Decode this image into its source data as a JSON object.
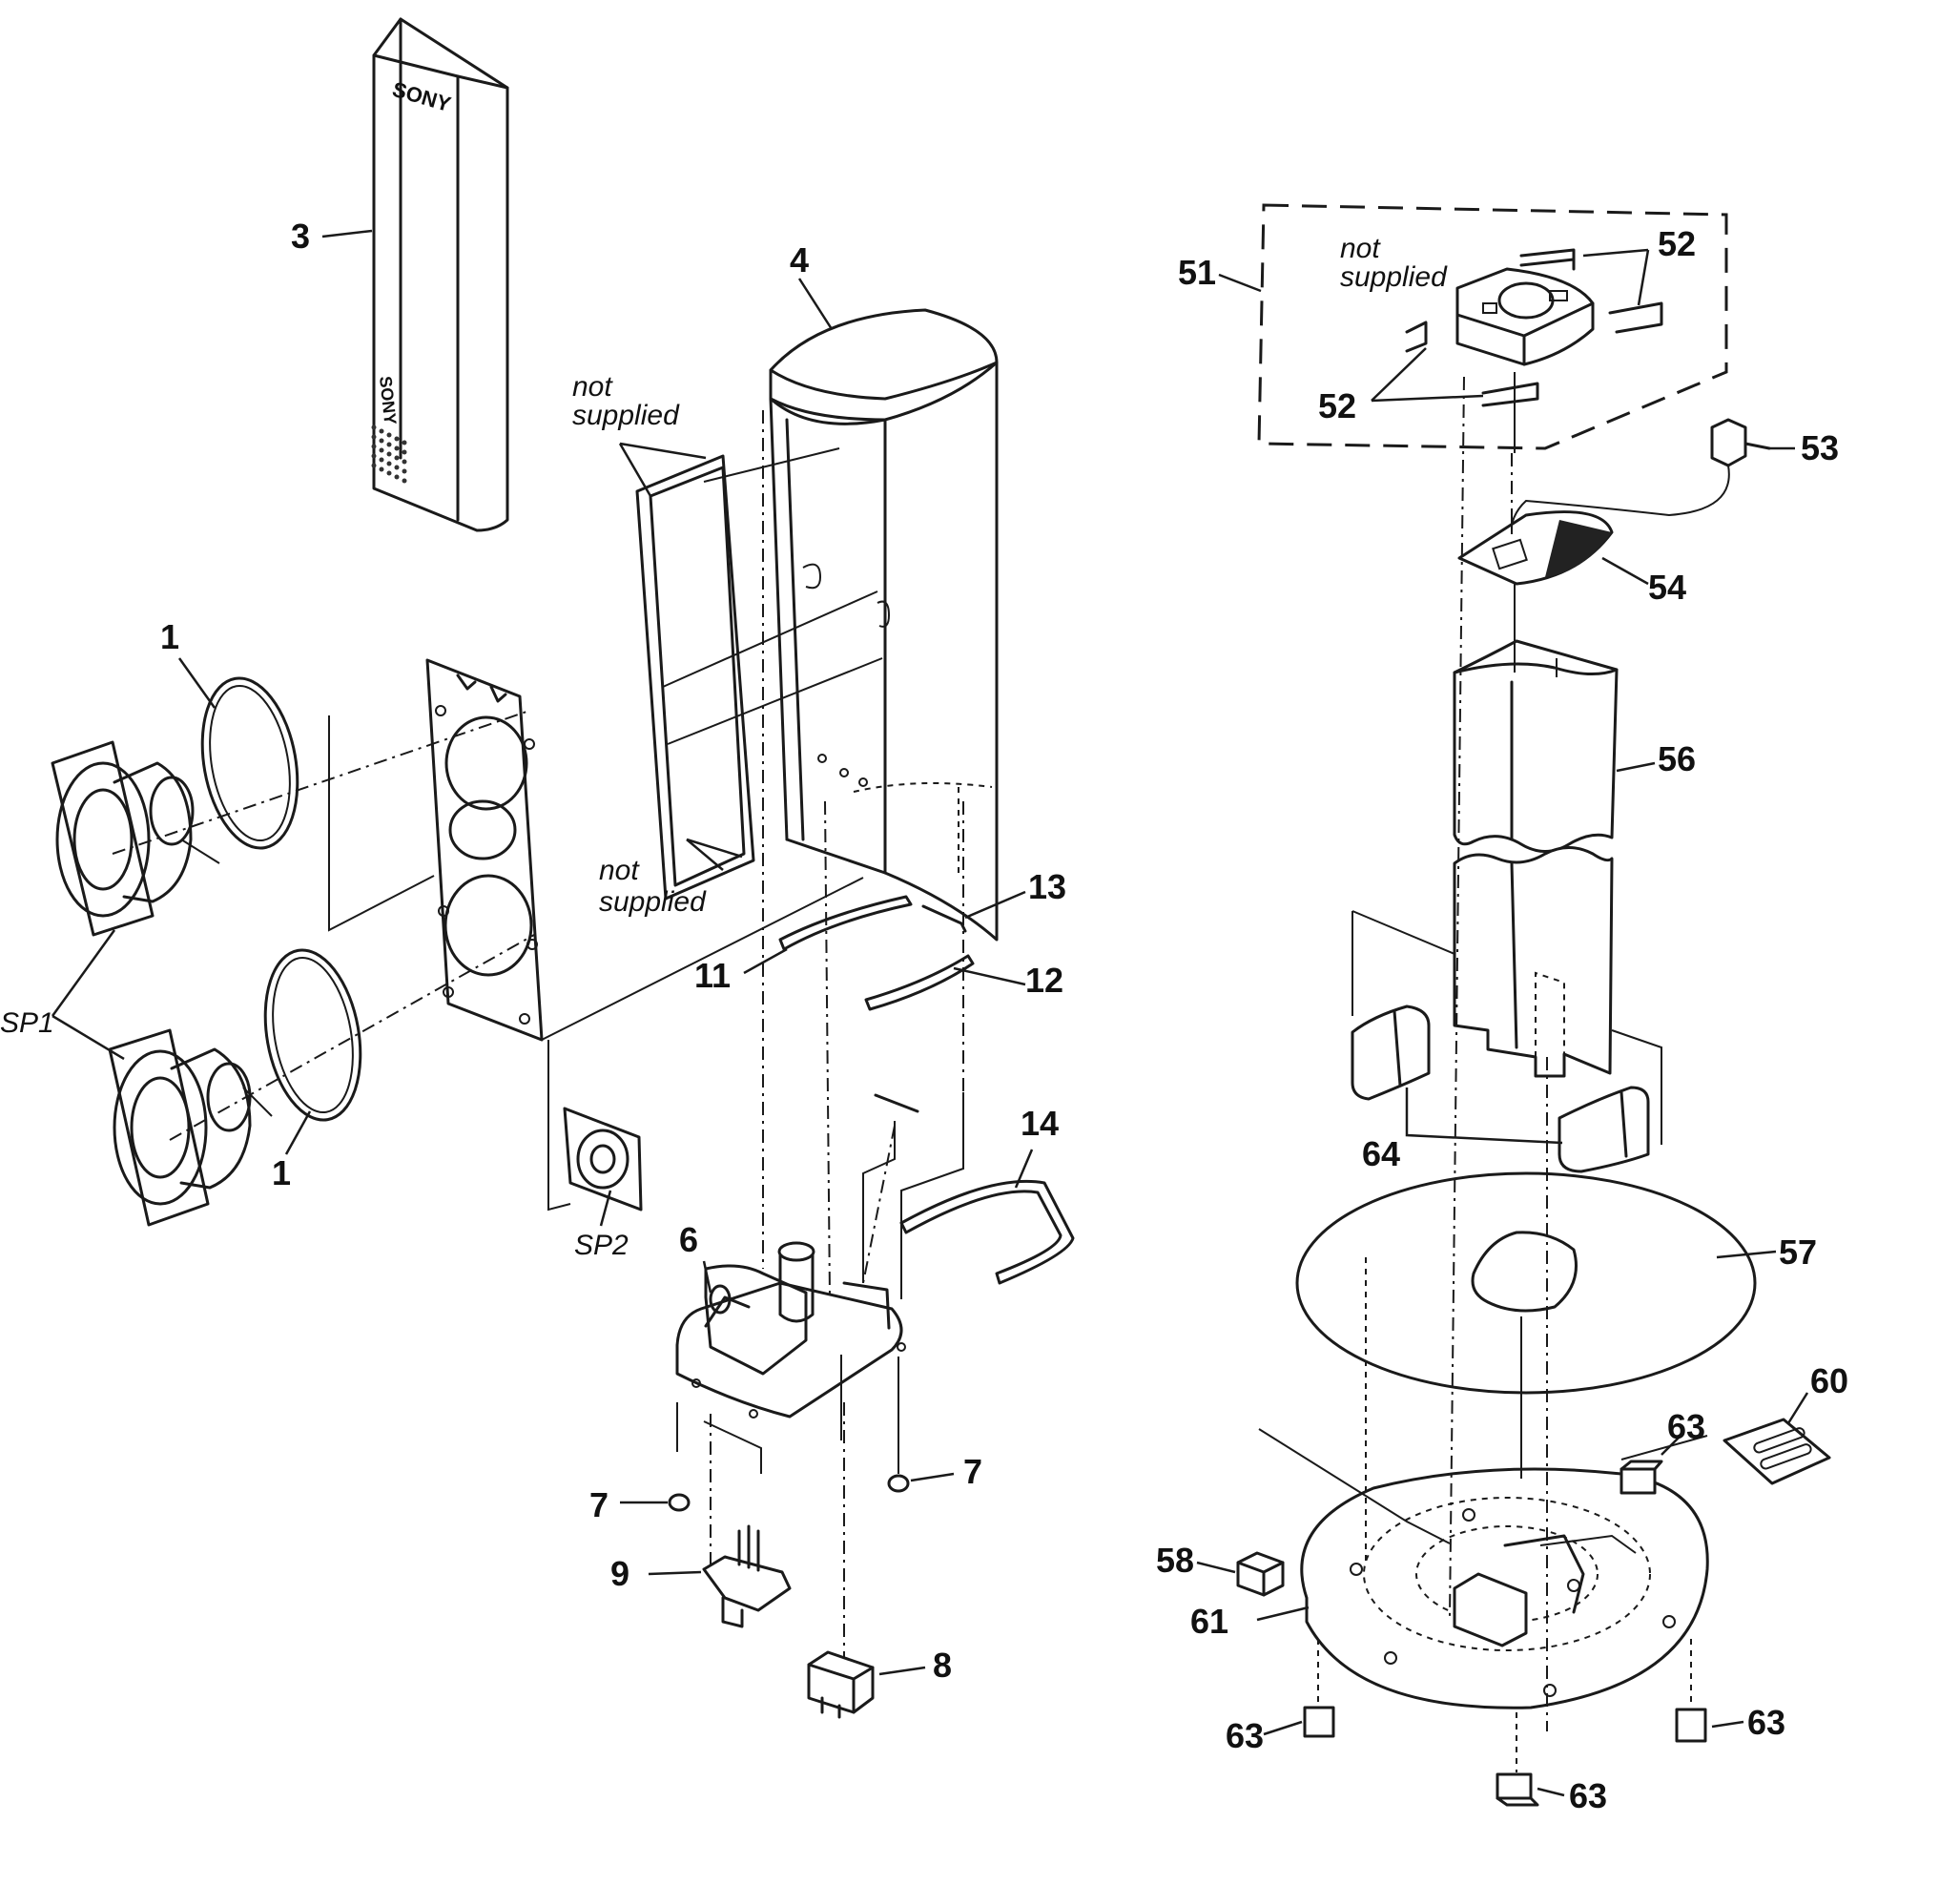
{
  "brand": {
    "logo_text": "SONY"
  },
  "callouts": {
    "p1a": "1",
    "p1b": "1",
    "p3": "3",
    "p4": "4",
    "p6": "6",
    "p7a": "7",
    "p7b": "7",
    "p8": "8",
    "p9": "9",
    "p11": "11",
    "p12": "12",
    "p13": "13",
    "p14": "14",
    "p51": "51",
    "p52a": "52",
    "p52b": "52",
    "p53": "53",
    "p54": "54",
    "p56": "56",
    "p57": "57",
    "p58": "58",
    "p60": "60",
    "p61": "61",
    "p63a": "63",
    "p63b": "63",
    "p63c": "63",
    "p63d": "63",
    "p64": "64",
    "sp1": "SP1",
    "sp2": "SP2"
  },
  "notes": {
    "not_supplied_line1": "not",
    "not_supplied_line2": "supplied"
  }
}
